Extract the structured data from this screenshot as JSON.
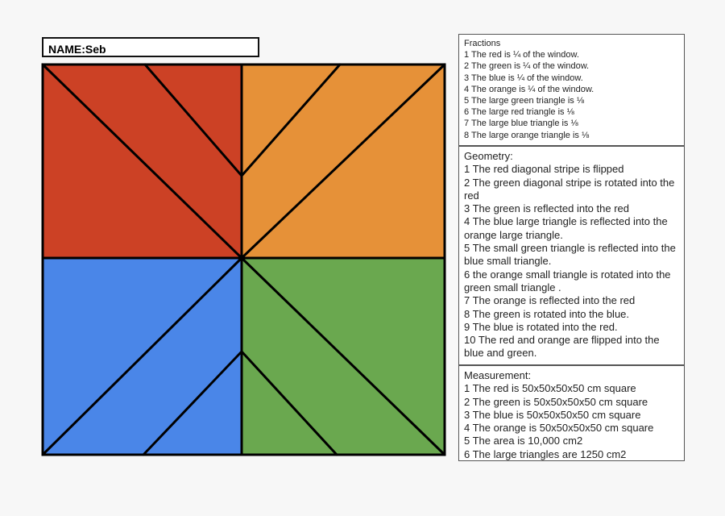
{
  "header": {
    "name_label": "NAME:",
    "name_value": "Seb"
  },
  "colors": {
    "red": "#cc4125",
    "orange": "#e69138",
    "blue": "#4a86e8",
    "green": "#6aa84f",
    "line": "#000000"
  },
  "fractions": {
    "title": "Fractions",
    "items": [
      "1 The red  is ¼ of the window.",
      "2 The green is ¼ of the window.",
      "3 The blue is ¼ of the window.",
      "4 The orange is ¼ of the window.",
      "5 The large green triangle is ⅛",
      "6 The large red triangle is ⅛",
      "7 The large blue triangle is ⅛",
      "8 The large orange triangle is ⅛"
    ]
  },
  "geometry": {
    "title": "Geometry:",
    "items": [
      "1  The red diagonal stripe is flipped",
      "2  The green diagonal stripe is rotated into the red",
      "3  The green is reflected into the red",
      "4  The blue large triangle is reflected into the orange large triangle.",
      "5  The small green triangle is reflected into the blue small triangle.",
      "6 the orange small triangle is rotated into the green small triangle .",
      " 7  The orange is reflected into the red",
      " 8  The green is rotated into the blue.",
      " 9  The blue is rotated into the red.",
      "10 The red and orange are flipped into the blue and green."
    ]
  },
  "measurement": {
    "title": "Measurement:",
    "items": [
      " 1  The red is 50x50x50x50  cm square",
      " 2  The green is 50x50x50x50 cm square",
      " 3  The blue is 50x50x50x50 cm square",
      " 4  The orange is 50x50x50x50 cm square",
      " 5  The area is 10,000 cm2",
      " 6  The large triangles are 1250 cm2"
    ]
  }
}
